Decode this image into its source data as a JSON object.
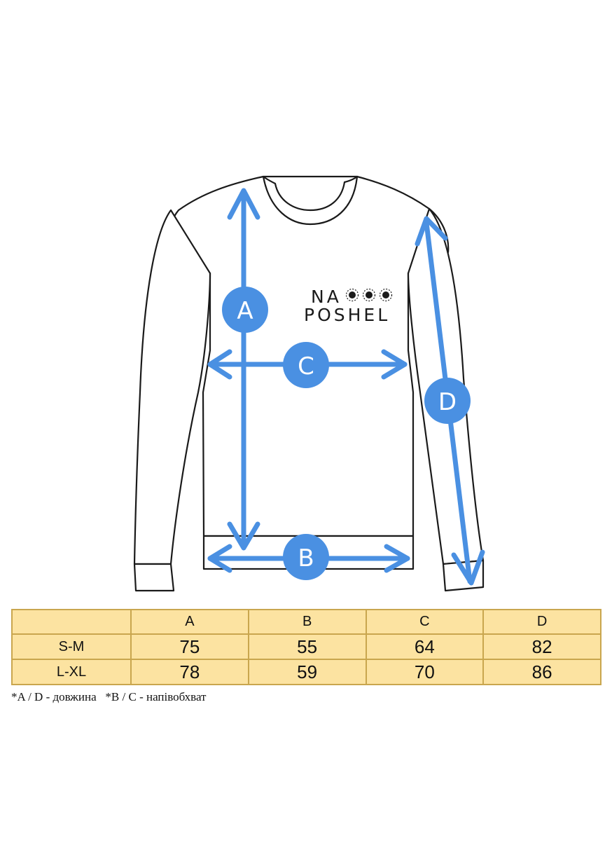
{
  "brand": {
    "line1": "NA",
    "line2": "POSHEL"
  },
  "measure_labels": {
    "a": "A",
    "b": "B",
    "c": "C",
    "d": "D"
  },
  "accent_color": "#4a90e2",
  "table": {
    "headers": [
      "",
      "A",
      "B",
      "C",
      "D"
    ],
    "rows": [
      {
        "size": "S-M",
        "values": [
          "75",
          "55",
          "64",
          "82"
        ]
      },
      {
        "size": "L-XL",
        "values": [
          "78",
          "59",
          "70",
          "86"
        ]
      }
    ]
  },
  "footnote": "*A / D - довжина   *B / C - напівобхват"
}
